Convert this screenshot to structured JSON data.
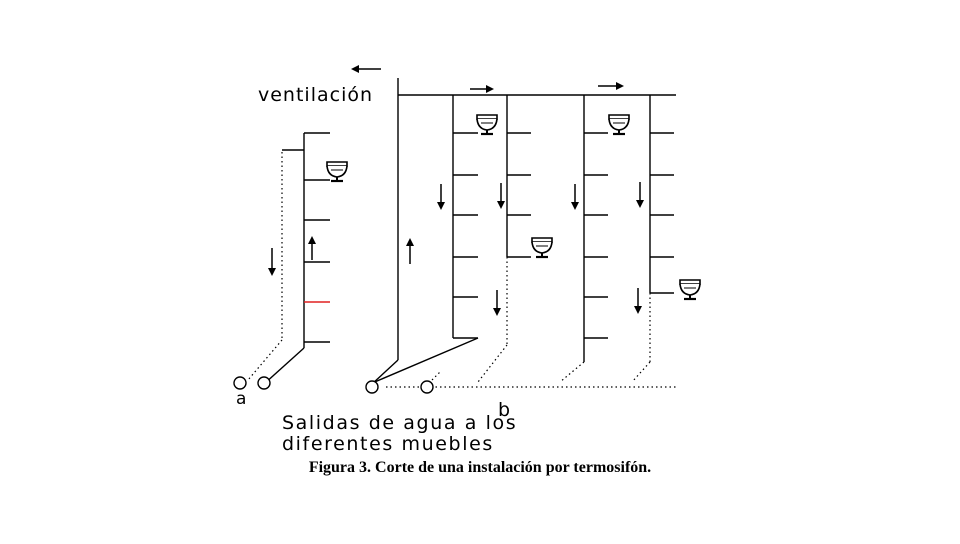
{
  "diagram": {
    "label_ventilation": "ventilación",
    "label_a": "a",
    "label_b": "b",
    "label_outlets_line1": "Salidas de agua a los",
    "label_outlets_line2": "diferentes muebles",
    "caption": "Figura 3. Corte de una instalación por termosifón.",
    "colors": {
      "line": "#000000",
      "highlight": "#e02020"
    }
  }
}
